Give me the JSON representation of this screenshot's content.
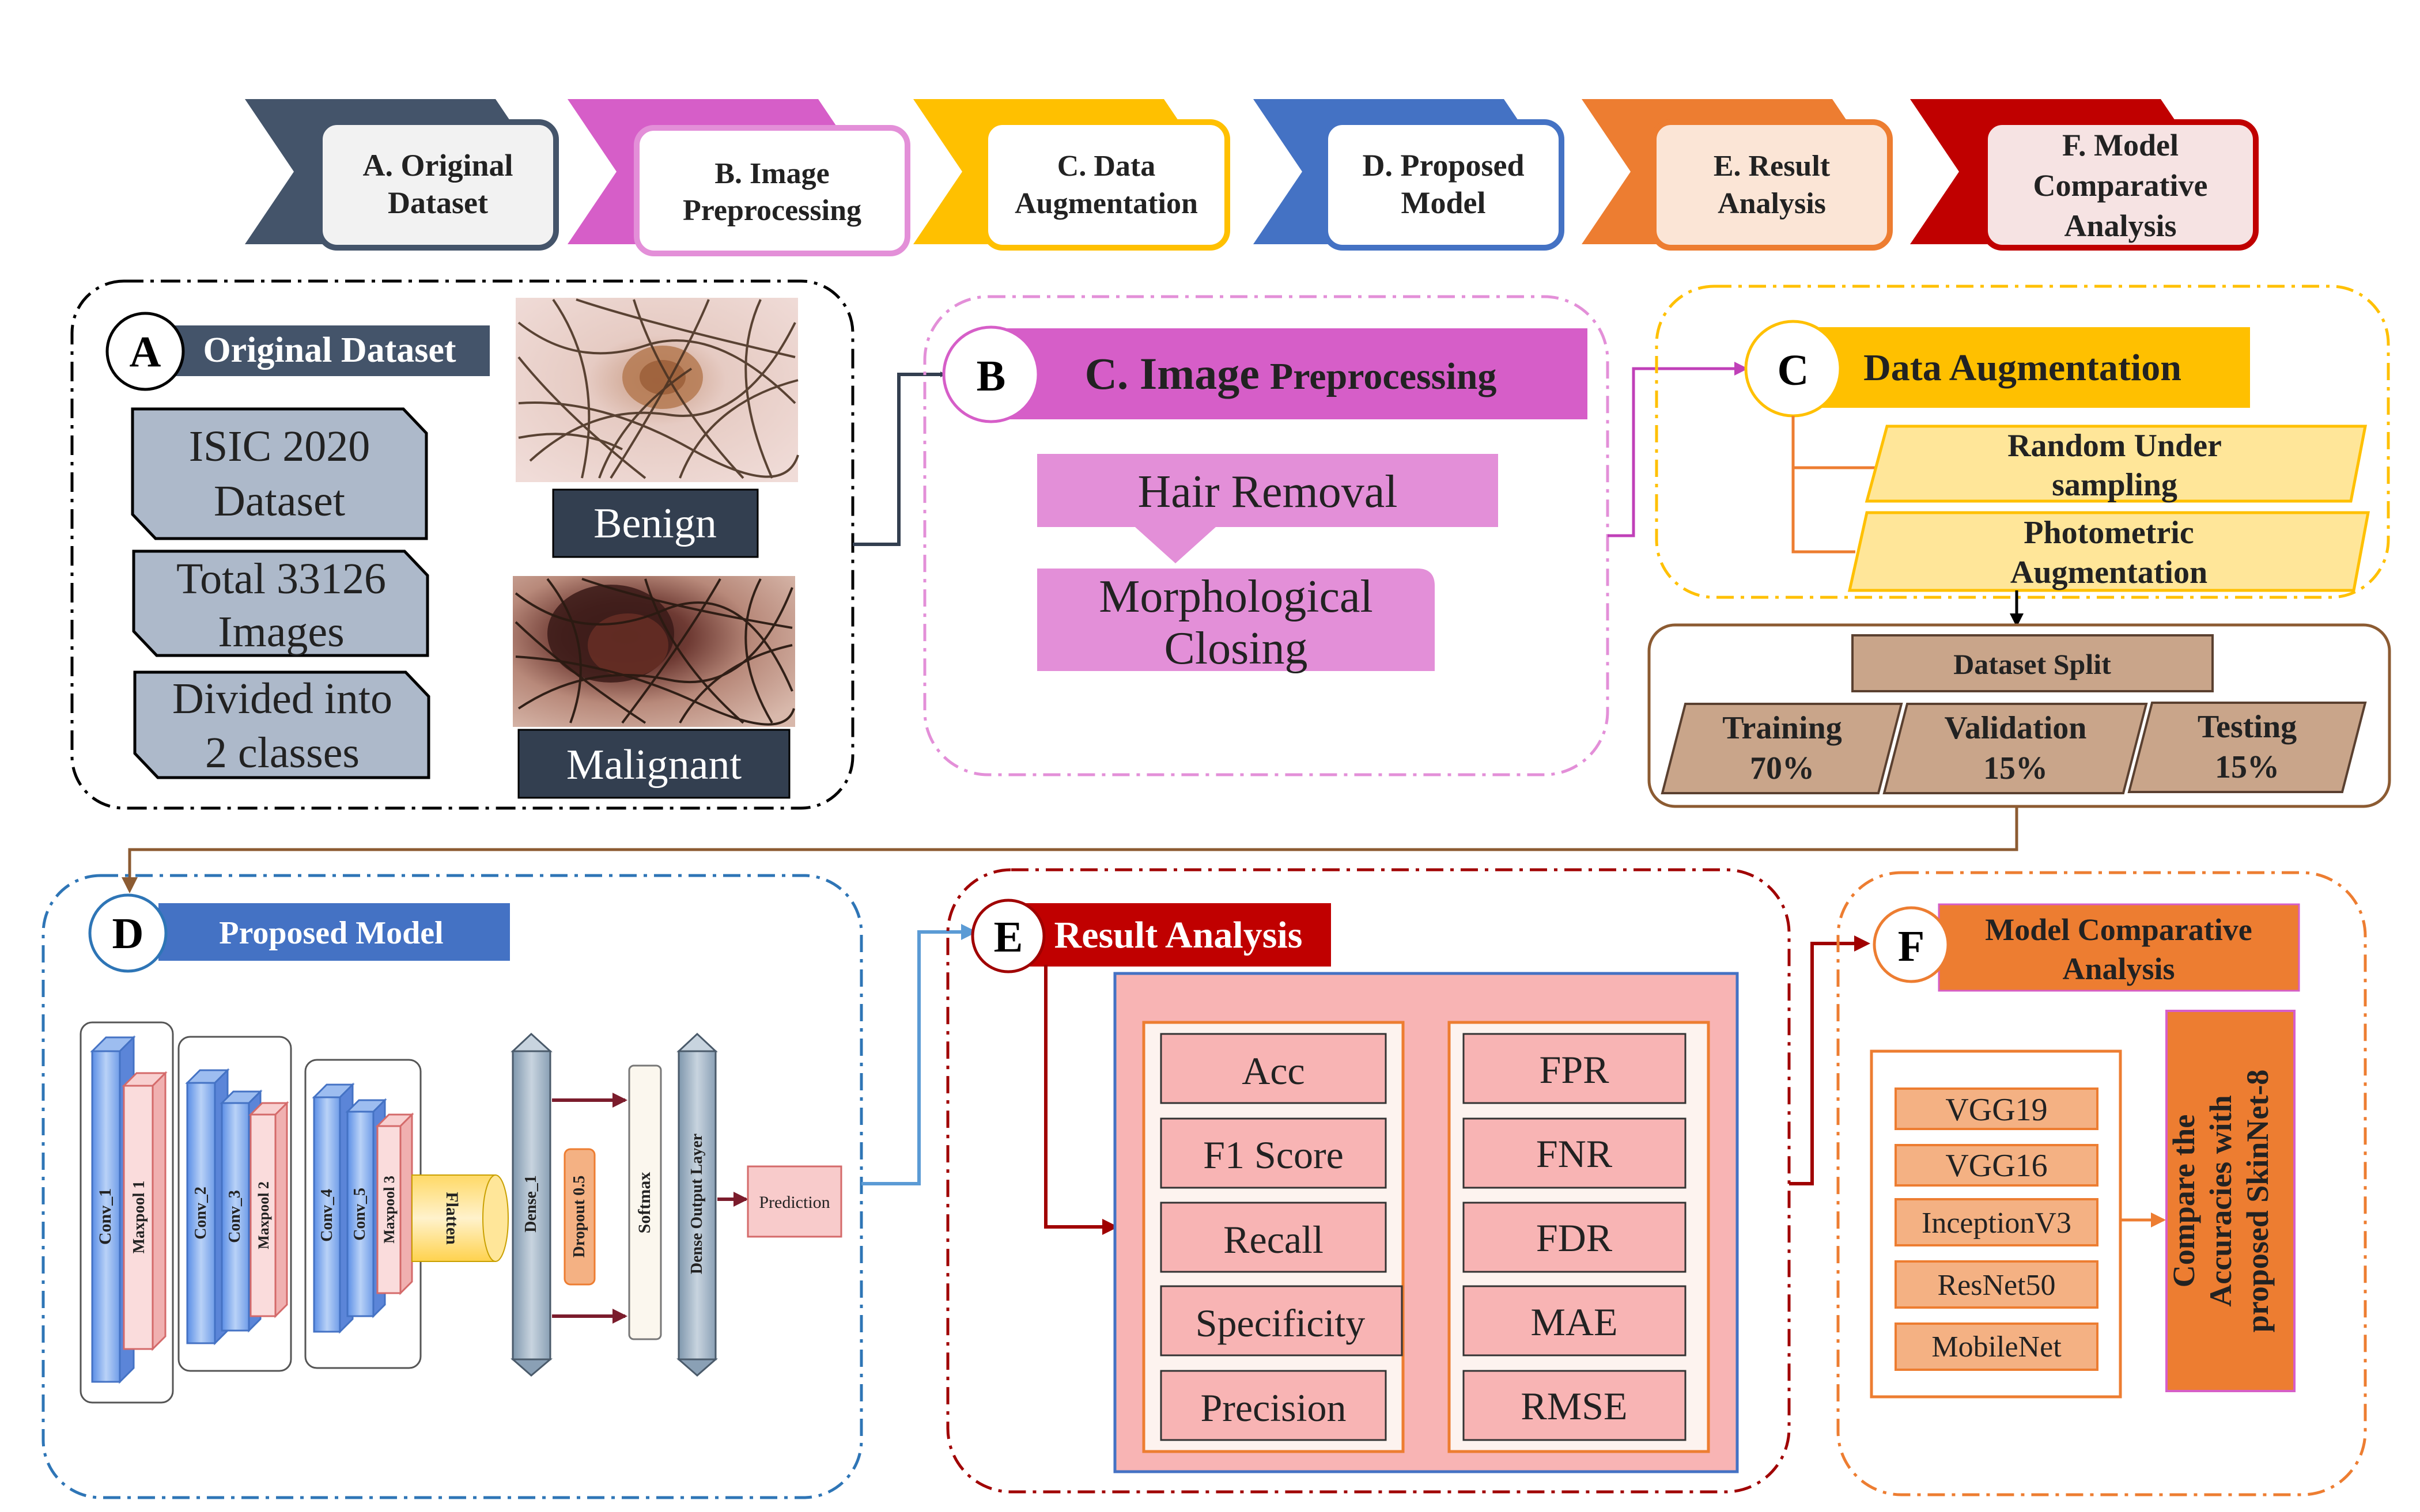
{
  "steps": [
    {
      "l1": "A. Original",
      "l2": "Dataset",
      "l3": ""
    },
    {
      "l1": "B. Image",
      "l2": "Preprocessing",
      "l3": ""
    },
    {
      "l1": "C. Data",
      "l2": "Augmentation",
      "l3": ""
    },
    {
      "l1": "D. Proposed",
      "l2": "Model",
      "l3": ""
    },
    {
      "l1": "E. Result",
      "l2": "Analysis",
      "l3": ""
    },
    {
      "l1": "F. Model",
      "l2": "Comparative",
      "l3": "Analysis"
    }
  ],
  "panel_a": {
    "badge": "A",
    "title": "Original Dataset",
    "dataset_l1": "ISIC 2020",
    "dataset_l2": "Dataset",
    "total_l1": "Total 33126",
    "total_l2": "Images",
    "classes_l1": "Divided into",
    "classes_l2": "2 classes",
    "benign": "Benign",
    "malignant": "Malignant"
  },
  "panel_b": {
    "badge": "B",
    "title_big": "C. Image",
    "title_small": "Preprocessing",
    "hair_removal": "Hair Removal",
    "closing_l1": "Morphological",
    "closing_l2": "Closing"
  },
  "panel_c": {
    "badge": "C",
    "title": "Data Augmentation",
    "random_l1": "Random Under",
    "random_l2": "sampling",
    "photo_l1": "Photometric",
    "photo_l2": "Augmentation",
    "split_title": "Dataset Split",
    "training_l1": "Training",
    "training_l2": "70%",
    "validation_l1": "Validation",
    "validation_l2": "15%",
    "testing_l1": "Testing",
    "testing_l2": "15%"
  },
  "panel_d": {
    "badge": "D",
    "title": "Proposed Model",
    "conv1": "Conv_1",
    "maxpool1": "Maxpool 1",
    "conv2": "Conv_2",
    "conv3": "Conv_3",
    "maxpool2": "Maxpool 2",
    "conv4": "Conv_4",
    "conv5": "Conv_5",
    "maxpool3": "Maxpool 3",
    "flatten": "Flatten",
    "dense1": "Dense_1",
    "dropout": "Dropout 0.5",
    "softmax": "Softmax",
    "dense_out": "Dense Output Layer",
    "prediction": "Prediction"
  },
  "panel_e": {
    "badge": "E",
    "title": "Result Analysis",
    "left_metrics": [
      "Acc",
      "F1 Score",
      "Recall",
      "Specificity",
      "Precision"
    ],
    "right_metrics": [
      "FPR",
      "FNR",
      "FDR",
      "MAE",
      "RMSE"
    ]
  },
  "panel_f": {
    "badge": "F",
    "title_l1": "Model Comparative",
    "title_l2": "Analysis",
    "models": [
      "VGG19",
      "VGG16",
      "InceptionV3",
      "ResNet50",
      "MobileNet"
    ],
    "compare_l1": "Compare the",
    "compare_l2": "Accuracies with",
    "compare_l3": "proposed SkinNet-8"
  },
  "colors": {
    "step_a": "#44546a",
    "step_b": "#d65ec8",
    "step_c": "#ffc000",
    "step_d": "#4472c4",
    "step_e": "#ed7d31",
    "step_f": "#c00000",
    "slate": "#adb9ca",
    "navy": "#333f50",
    "pink_box": "#e38fd8",
    "yellow": "#ffe699",
    "tan": "#c9a58a",
    "brown": "#8c5b32",
    "metric": "#f4a6a6",
    "orange_box": "#f4b183"
  }
}
